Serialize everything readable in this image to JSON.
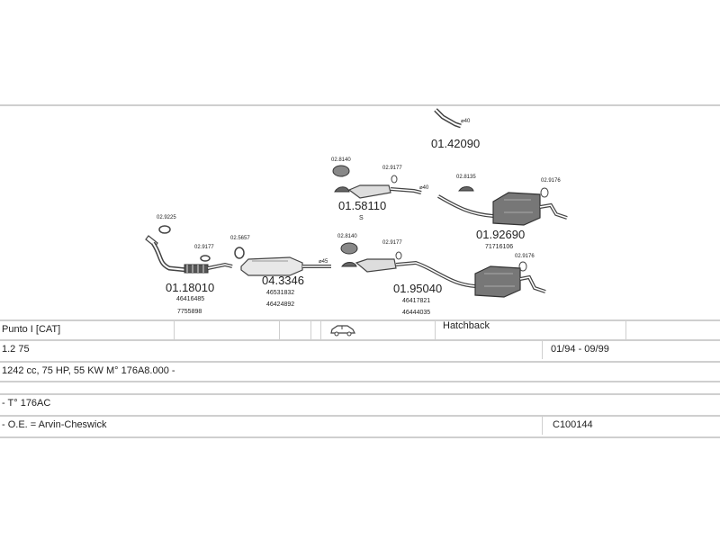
{
  "parts": {
    "p1": {
      "code": "01.18010",
      "oe1": "46416485",
      "oe2": "7755898"
    },
    "p2": {
      "code": "04.3346",
      "oe1": "46531832",
      "oe2": "46424892"
    },
    "p3": {
      "code": "01.58110",
      "note": "S"
    },
    "p4": {
      "code": "01.42090"
    },
    "p5": {
      "code": "01.92690",
      "oe1": "71716106"
    },
    "p6": {
      "code": "01.95040",
      "oe1": "46417821",
      "oe2": "46444035"
    }
  },
  "small": {
    "s1": "02.9225",
    "s2": "02.9177",
    "s3": "02.5657",
    "s4": "02.8140",
    "s5": "02.9177",
    "s6": "02.8135",
    "s7": "02.9176",
    "s8": "02.8140",
    "s9": "02.9177",
    "s10": "02.9176"
  },
  "diam": {
    "d1": "⌀45",
    "d2": "⌀40",
    "d3": "⌀40"
  },
  "info": {
    "model": "Punto I  [CAT]",
    "body": "Hatchback",
    "engine": "1.2 75",
    "years": "01/94 - 09/99",
    "spec": "1242 cc, 75 HP, 55 KW  M° 176A8.000 -",
    "type": "- T° 176AC",
    "oe": "- O.E. = Arvin-Cheswick",
    "ref": "C100144"
  }
}
